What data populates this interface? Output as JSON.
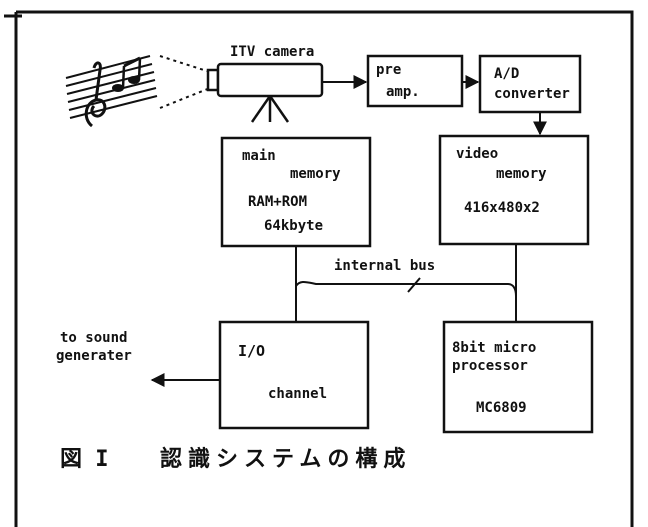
{
  "camera": {
    "label": "ITV camera"
  },
  "preamp": {
    "line1": "pre",
    "line2": "amp."
  },
  "adc": {
    "line1": "A/D",
    "line2": "converter"
  },
  "main_memory": {
    "line1": "main",
    "line2": "memory",
    "line3": "RAM+ROM",
    "line4": "64kbyte"
  },
  "video_memory": {
    "line1": "video",
    "line2": "memory",
    "line3": "416x480x2"
  },
  "bus": {
    "label": "internal bus"
  },
  "io_channel": {
    "line1": "I/O",
    "line2": "channel"
  },
  "cpu": {
    "line1": "8bit micro",
    "line2": "processor",
    "line3": "MC6809"
  },
  "sound_output": {
    "line1": "to sound",
    "line2": "generater"
  },
  "caption": {
    "figure_number": "図 I",
    "title": "認識システムの構成"
  }
}
